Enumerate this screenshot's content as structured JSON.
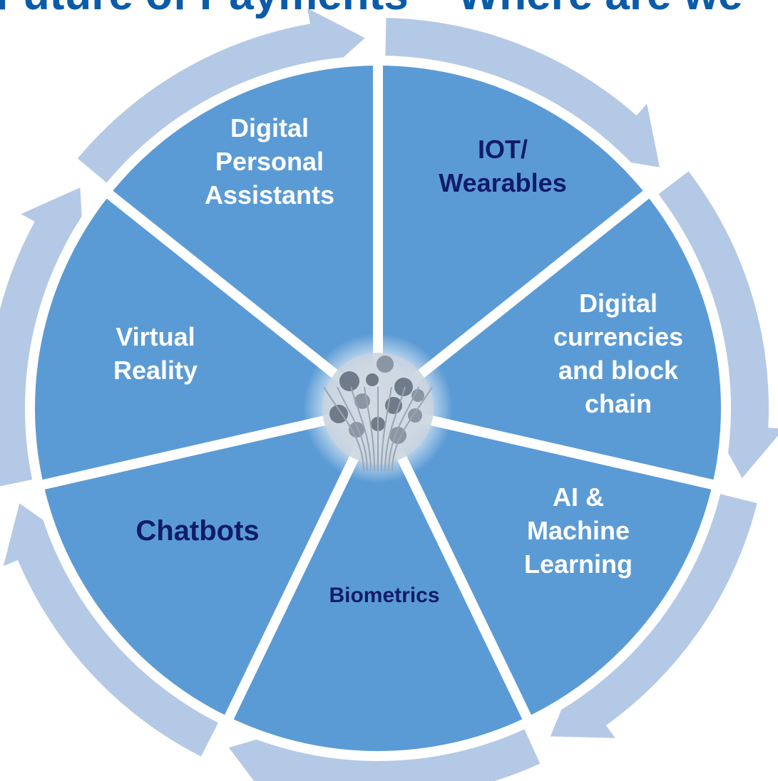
{
  "title": "Future of Payments – Where are we",
  "center_icon": "technology-tree-icon",
  "colors": {
    "segment": "#5b9bd5",
    "arrow_ring": "#b4c9e6",
    "separator": "#ffffff",
    "label_white": "#ffffff",
    "label_navy": "#101b6b",
    "title": "#0b5ca8"
  },
  "segments": [
    {
      "id": "digital-personal-assistants",
      "lines": [
        "Digital",
        "Personal",
        "Assistants"
      ],
      "color": "white"
    },
    {
      "id": "iot-wearables",
      "lines": [
        "IOT/",
        "Wearables"
      ],
      "color": "navy"
    },
    {
      "id": "digital-currencies",
      "lines": [
        "Digital",
        "currencies",
        "and block",
        "chain"
      ],
      "color": "white"
    },
    {
      "id": "ai-machine-learning",
      "lines": [
        "AI &",
        "Machine",
        "Learning"
      ],
      "color": "white"
    },
    {
      "id": "biometrics",
      "lines": [
        "Biometrics"
      ],
      "color": "navy"
    },
    {
      "id": "chatbots",
      "lines": [
        "Chatbots"
      ],
      "color": "navy"
    },
    {
      "id": "virtual-reality",
      "lines": [
        "Virtual",
        "Reality"
      ],
      "color": "white"
    }
  ]
}
